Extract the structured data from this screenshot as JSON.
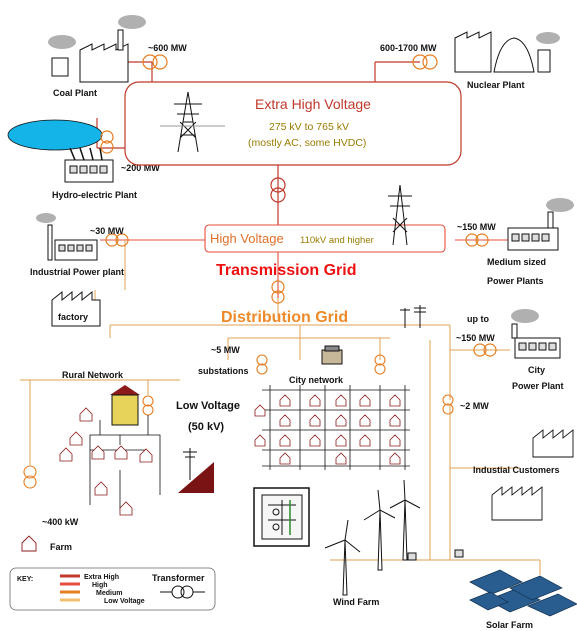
{
  "labels": {
    "coal_mw": "~600 MW",
    "coal_plant": "Coal Plant",
    "nuclear_mw": "600-1700 MW",
    "nuclear_plant": "Nuclear Plant",
    "hydro_mw": "~200 MW",
    "hydro_plant": "Hydro-electric Plant",
    "ehv_title": "Extra High Voltage",
    "ehv_range": "275 kV to 765 kV",
    "ehv_note": "(mostly AC, some HVDC)",
    "hv_title": "High Voltage",
    "hv_note": "110kV and higher",
    "industrial_mw": "~30 MW",
    "industrial_plant": "Industrial Power plant",
    "medium_mw": "~150 MW",
    "medium_plant_1": "Medium sized",
    "medium_plant_2": "Power Plants",
    "transmission_grid": "Transmission Grid",
    "factory": "factory",
    "distribution_grid": "Distribution Grid",
    "city_upto": "up to",
    "city_mw": "~150 MW",
    "city_plant_1": "City",
    "city_plant_2": "Power Plant",
    "substation_mw": "~5 MW",
    "substations": "substations",
    "city_network": "City network",
    "rural_network": "Rural Network",
    "low_voltage": "Low Voltage",
    "low_voltage_kv": "(50 kV)",
    "customers_mw": "~2 MW",
    "industrial_customers": "Industial Customers",
    "farm_kw": "~400 kW",
    "farm": "Farm",
    "wind_farm": "Wind Farm",
    "solar_farm": "Solar Farm",
    "key_title": "KEY:",
    "key_extra_high": "Extra High",
    "key_high": "High",
    "key_medium": "Medium",
    "key_low": "Low Voltage",
    "key_transformer": "Transformer"
  },
  "colors": {
    "extra_high": "#c0392b",
    "high": "#e74c3c",
    "medium": "#e67e22",
    "low": "#f0c070",
    "line": "#e0a050"
  }
}
